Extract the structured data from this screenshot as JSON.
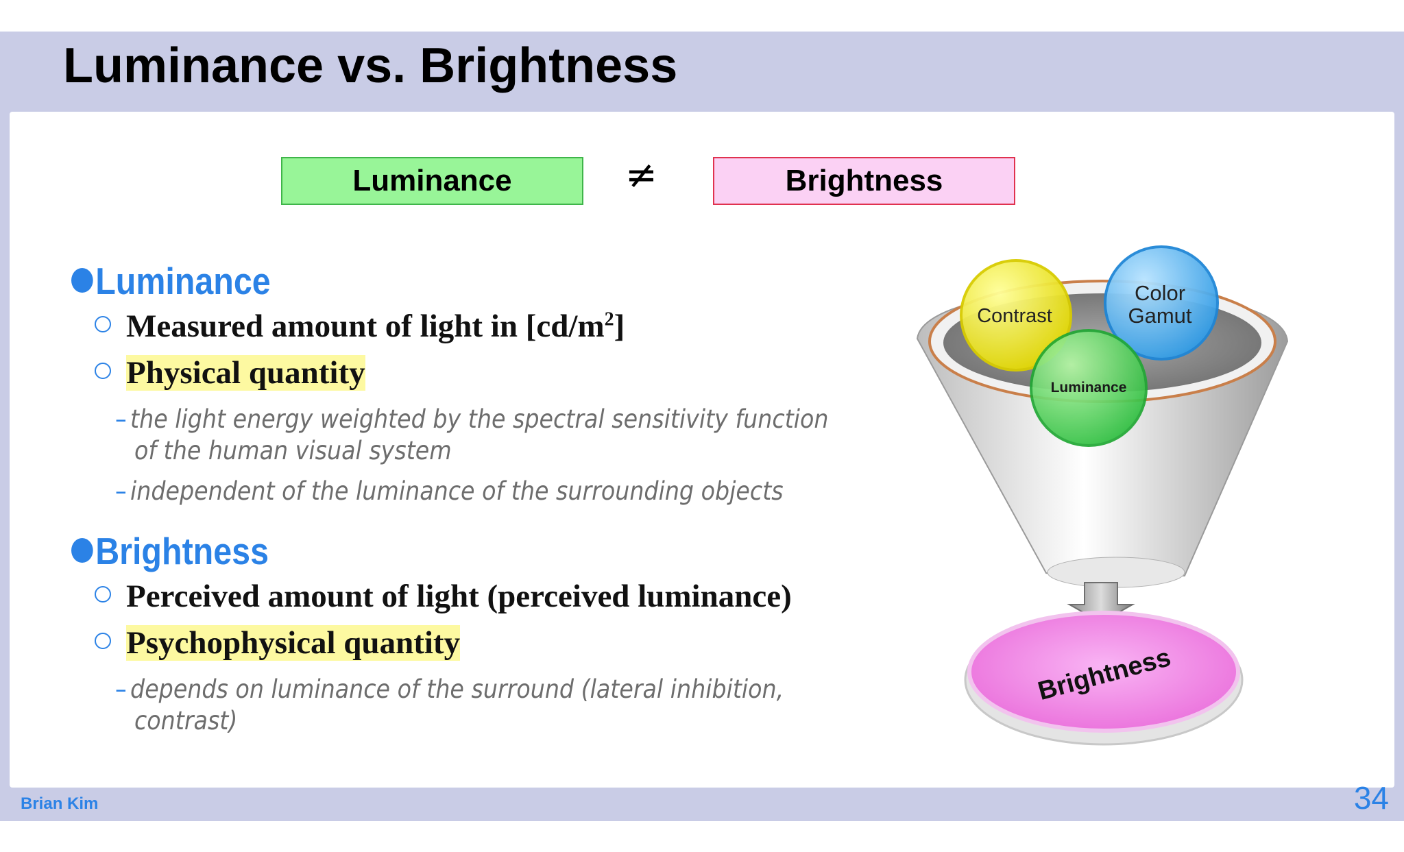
{
  "slide": {
    "title": "Luminance vs. Brightness",
    "compare": {
      "left": "Luminance",
      "symbol": "≠",
      "right": "Brightness"
    },
    "sections": [
      {
        "heading": "Luminance",
        "items": [
          {
            "text": "Measured amount of light in [cd/m",
            "sup": "2",
            "tail": "]"
          },
          {
            "text": "Physical quantity"
          }
        ],
        "notes": [
          "the light energy weighted by the spectral sensitivity function",
          "of the human visual system",
          "independent of the luminance of the surrounding objects"
        ]
      },
      {
        "heading": "Brightness",
        "items": [
          {
            "text": "Perceived amount of light (perceived luminance)"
          },
          {
            "text": "Psychophysical quantity"
          }
        ],
        "notes": [
          "depends on luminance of the surround (lateral inhibition,",
          "contrast)"
        ]
      }
    ],
    "diagram": {
      "inputs": [
        "Contrast",
        "Color",
        "Gamut",
        "Luminance"
      ],
      "output": "Brightness"
    },
    "footer": {
      "author": "Brian Kim",
      "page": "34"
    }
  }
}
